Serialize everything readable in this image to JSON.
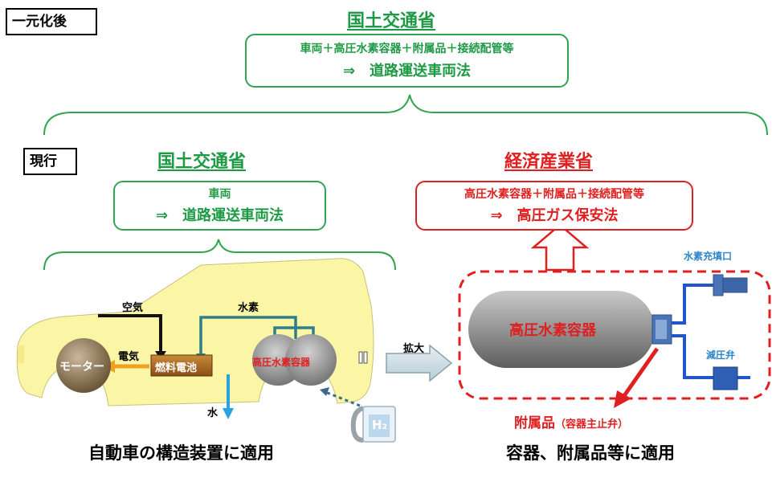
{
  "after": {
    "tag": "一元化後",
    "ministry": "国土交通省",
    "items": "車両＋高圧水素容器＋附属品＋接続配管等",
    "law": "⇒　道路運送車両法"
  },
  "current": {
    "tag": "現行",
    "left": {
      "ministry": "国土交通省",
      "items": "車両",
      "law": "⇒　道路運送車両法"
    },
    "right": {
      "ministry": "経済産業省",
      "items": "高圧水素容器＋附属品＋接続配管等",
      "law": "⇒　高圧ガス保安法"
    }
  },
  "car": {
    "air": "空気",
    "hydrogen": "水素",
    "electricity": "電気",
    "motor": "モーター",
    "fuel_cell": "燃料電池",
    "tank": "高圧水素容器",
    "water": "水",
    "h2": "H₂"
  },
  "zoom": {
    "arrow_label": "拡大",
    "tank": "高圧水素容器",
    "receptacle": "水素充填口",
    "regulator": "減圧弁",
    "accessory": "附属品",
    "accessory_note": "（容器主止弁）"
  },
  "footer": {
    "left": "自動車の構造装置に適用",
    "right": "容器、附属品等に適用"
  },
  "colors": {
    "green": "#1e9a45",
    "red": "#e02020",
    "car_body": "#fbf6a6",
    "pipe_teal": "#2e7f8a",
    "pipe_blue": "#2255cc",
    "water_blue": "#29a3e0"
  }
}
